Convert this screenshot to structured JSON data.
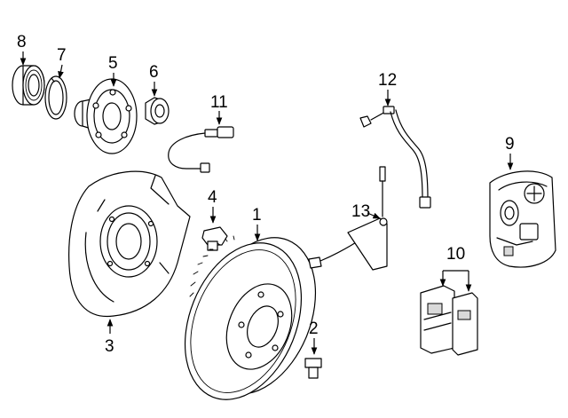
{
  "callouts": [
    {
      "id": "c1",
      "label": "1"
    },
    {
      "id": "c2",
      "label": "2"
    },
    {
      "id": "c3",
      "label": "3"
    },
    {
      "id": "c4",
      "label": "4"
    },
    {
      "id": "c5",
      "label": "5"
    },
    {
      "id": "c6",
      "label": "6"
    },
    {
      "id": "c7",
      "label": "7"
    },
    {
      "id": "c8",
      "label": "8"
    },
    {
      "id": "c9",
      "label": "9"
    },
    {
      "id": "c10",
      "label": "10"
    },
    {
      "id": "c11",
      "label": "11"
    },
    {
      "id": "c12",
      "label": "12"
    },
    {
      "id": "c13",
      "label": "13"
    }
  ],
  "colors": {
    "line": "#000000",
    "background": "#ffffff",
    "shade": "#d9d9d9"
  }
}
